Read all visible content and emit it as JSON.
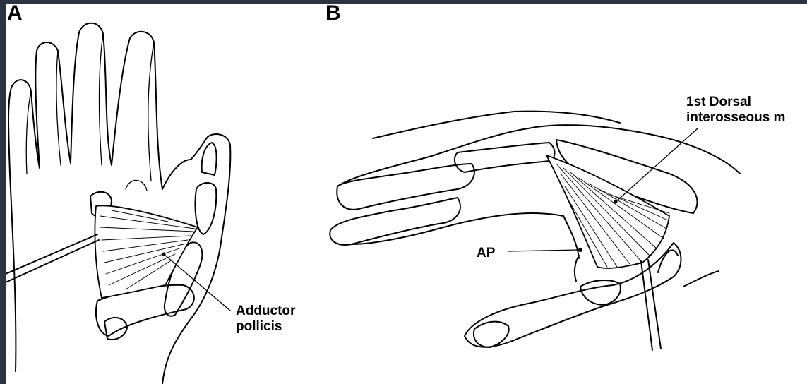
{
  "panels": {
    "a": {
      "letter": "A",
      "label_line1": "Adductor",
      "label_line2": "pollicis"
    },
    "b": {
      "letter": "B",
      "label_ap": "AP",
      "label_fdi_line1": "1st Dorsal",
      "label_fdi_line2": "interosseous m"
    }
  },
  "colors": {
    "frame": "#2b3440",
    "figure_bg": "#ffffff",
    "ink": "#000000"
  }
}
